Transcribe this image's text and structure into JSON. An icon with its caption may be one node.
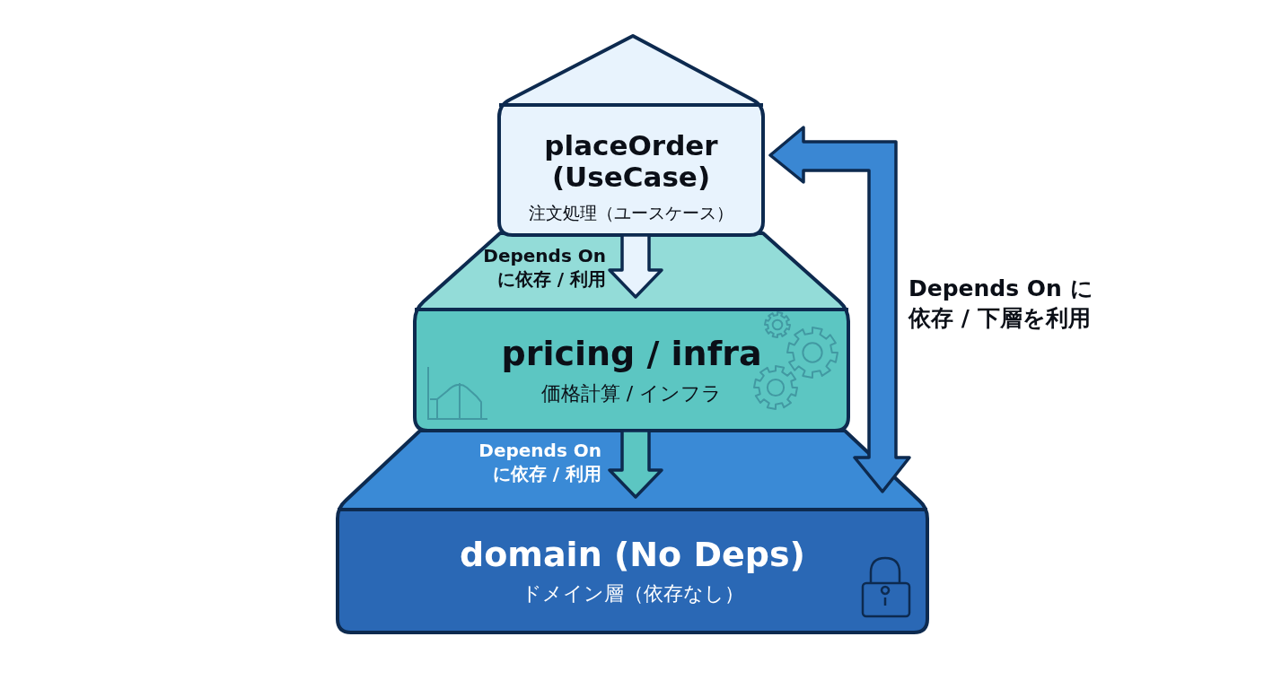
{
  "diagram": {
    "nodes": [
      {
        "text": [
          "placeOrder (UseCase)",
          "注文処理（ユースケース）"
        ]
      },
      {
        "text": [
          "pricing / infra",
          "価格計算 / インフラ"
        ]
      },
      {
        "text": [
          "domain (No Deps)",
          "ドメイン層（依存なし）"
        ]
      }
    ],
    "edges": [
      {
        "from": 0,
        "to": 1,
        "arrow": "to",
        "label": "Depends On に依存 / 利用",
        "color": "#e8f3fd"
      },
      {
        "from": 1,
        "to": 2,
        "arrow": "to",
        "label": "Depends On に依存 / 利用",
        "color": "#5cc6c2"
      },
      {
        "from": 0,
        "to": 2,
        "arrow": "both",
        "label": "Depends On に依存 / 下層を利用",
        "color": "#3a87d3"
      }
    ]
  }
}
